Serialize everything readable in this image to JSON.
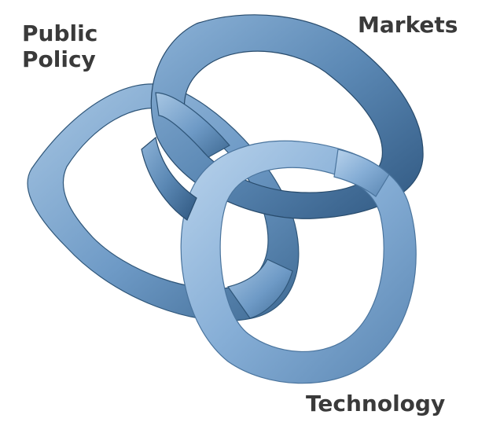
{
  "labels": {
    "public_policy": [
      "Public",
      "Policy"
    ],
    "markets": "Markets",
    "technology": "Technology"
  },
  "colors": {
    "ring_light": "#9ec0e0",
    "ring_mid": "#6c98c4",
    "ring_dark": "#345d84",
    "text": "#3a3a3a"
  }
}
